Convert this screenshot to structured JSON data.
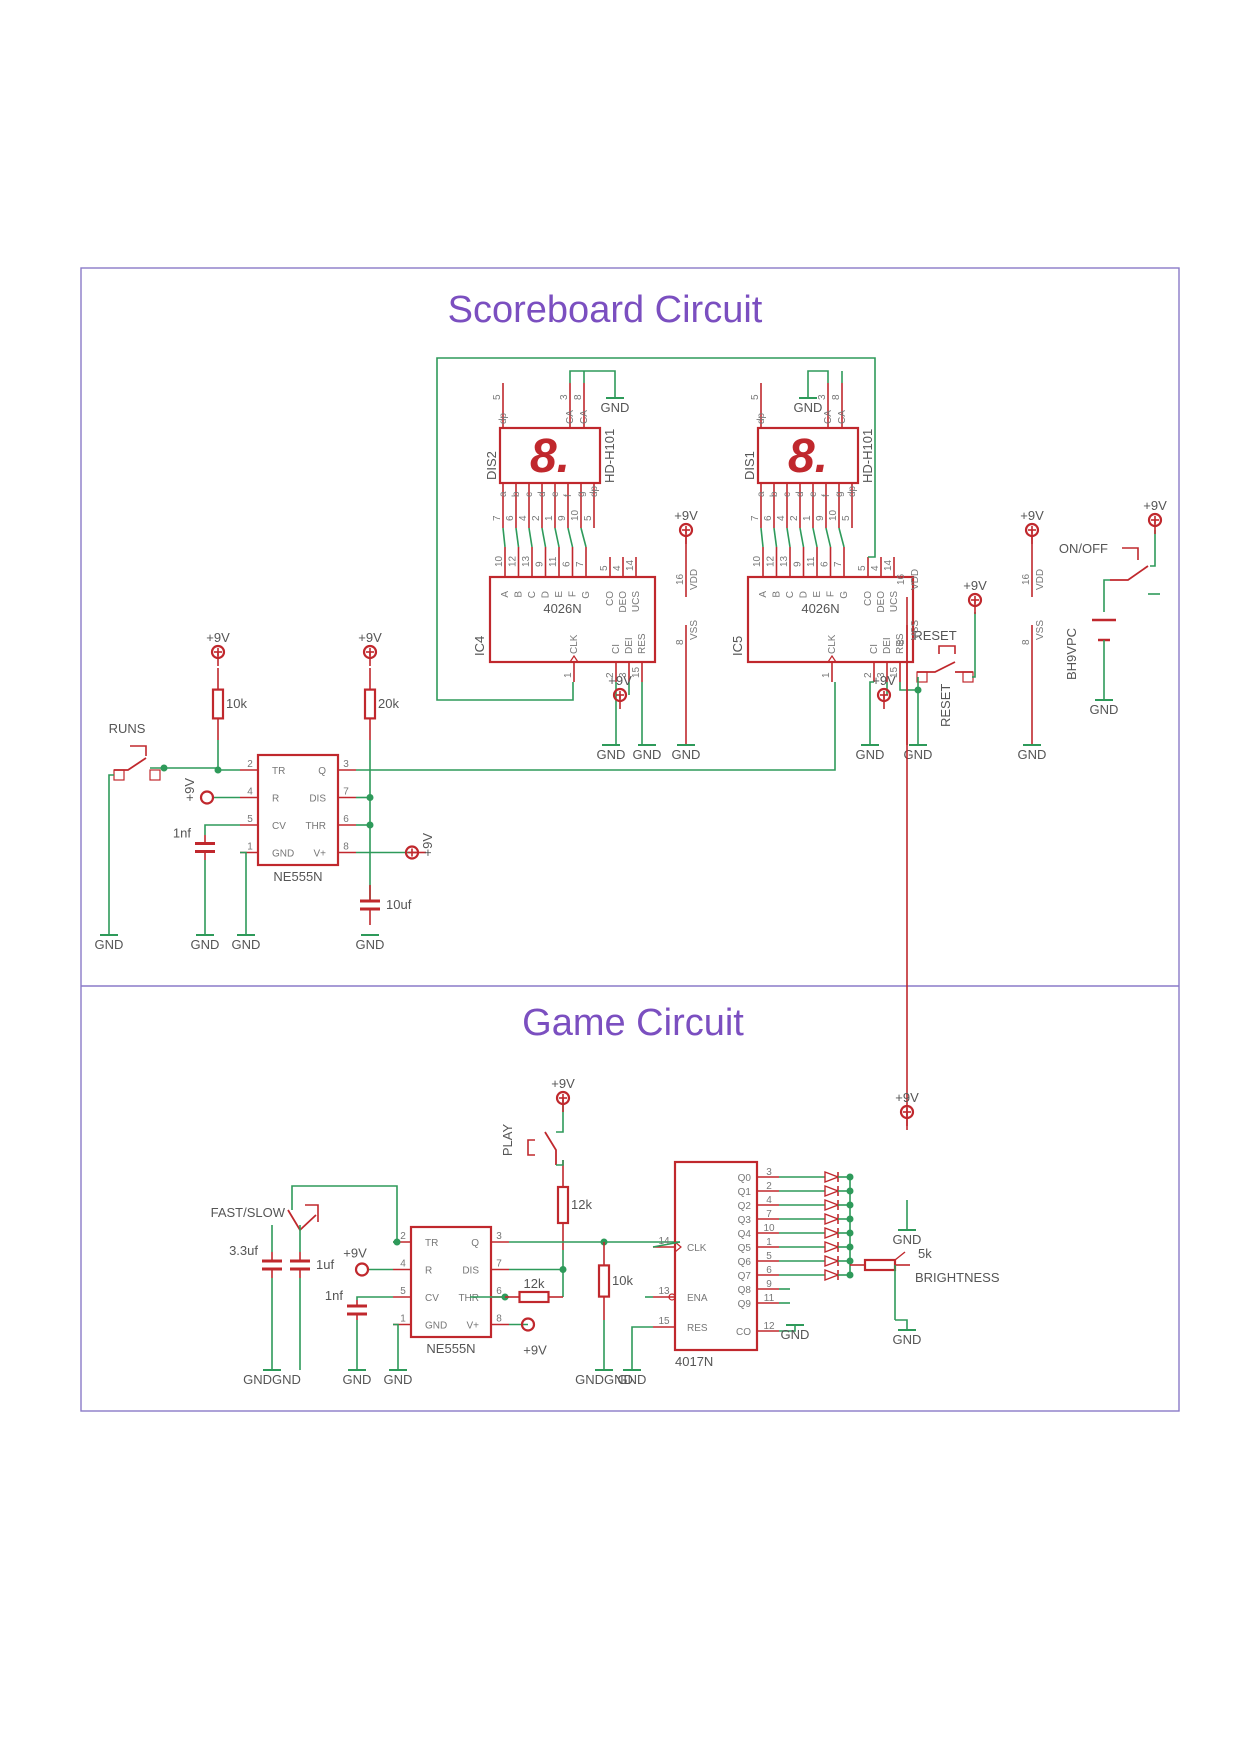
{
  "titles": {
    "scoreboard": "Scoreboard Circuit",
    "game": "Game Circuit"
  },
  "labels": {
    "plus9v": "+9V",
    "gnd": "GND",
    "gndgnd": "GNDGND",
    "runs": "RUNS",
    "reset": "RESET",
    "onoff": "ON/OFF",
    "battery": "BH9VPC",
    "play": "PLAY",
    "fastslow": "FAST/SLOW",
    "brightness": "BRIGHTNESS",
    "display_part": "HD-H101",
    "dis1": "DIS1",
    "dis2": "DIS2",
    "ic4": "IC4",
    "ic5": "IC5",
    "chip_4026": "4026N",
    "chip_555": "NE555N",
    "chip_4017": "4017N",
    "seg_digit": "8.",
    "vdd": "VDD",
    "vss": "VSS"
  },
  "values": {
    "r10k": "10k",
    "r20k": "20k",
    "r12k": "12k",
    "p5k": "5k",
    "c1nf": "1nf",
    "c10uf": "10uf",
    "c33uf": "3.3uf",
    "c1uf": "1uf"
  },
  "pins555": {
    "left": [
      "TR",
      "R",
      "CV",
      "GND"
    ],
    "right": [
      "Q",
      "DIS",
      "THR",
      "V+"
    ],
    "left_nums": [
      "2",
      "4",
      "5",
      "1"
    ],
    "right_nums": [
      "3",
      "7",
      "6",
      "8"
    ]
  },
  "pins4026": {
    "top": [
      "A",
      "B",
      "C",
      "D",
      "E",
      "F",
      "G"
    ],
    "top_nums": [
      "10",
      "12",
      "13",
      "9",
      "11",
      "6",
      "7"
    ],
    "top_right": [
      "CO",
      "DEO",
      "UCS"
    ],
    "top_right_nums": [
      "5",
      "4",
      "14"
    ],
    "bottom": [
      "CLK",
      "CI",
      "DEI",
      "RES"
    ],
    "bottom_nums": [
      "1",
      "2",
      "3",
      "15"
    ]
  },
  "pins_display": {
    "bottom": [
      "a",
      "b",
      "c",
      "d",
      "e",
      "f",
      "g",
      "dp"
    ],
    "bottom_nums": [
      "7",
      "6",
      "4",
      "2",
      "1",
      "9",
      "10",
      "5"
    ],
    "top": [
      "dp",
      "CA",
      "CA"
    ],
    "top_nums": [
      "5",
      "3",
      "8"
    ]
  },
  "pins4017": {
    "outputs": [
      "Q0",
      "Q1",
      "Q2",
      "Q3",
      "Q4",
      "Q5",
      "Q6",
      "Q7",
      "Q8",
      "Q9",
      "CO"
    ],
    "output_nums": [
      "3",
      "2",
      "4",
      "7",
      "10",
      "1",
      "5",
      "6",
      "9",
      "11",
      "12"
    ],
    "left": [
      "CLK",
      "ENA",
      "RES"
    ],
    "left_nums": [
      "14",
      "13",
      "15"
    ]
  },
  "power_pins": {
    "vdd_num": "16",
    "vss_num": "8"
  }
}
